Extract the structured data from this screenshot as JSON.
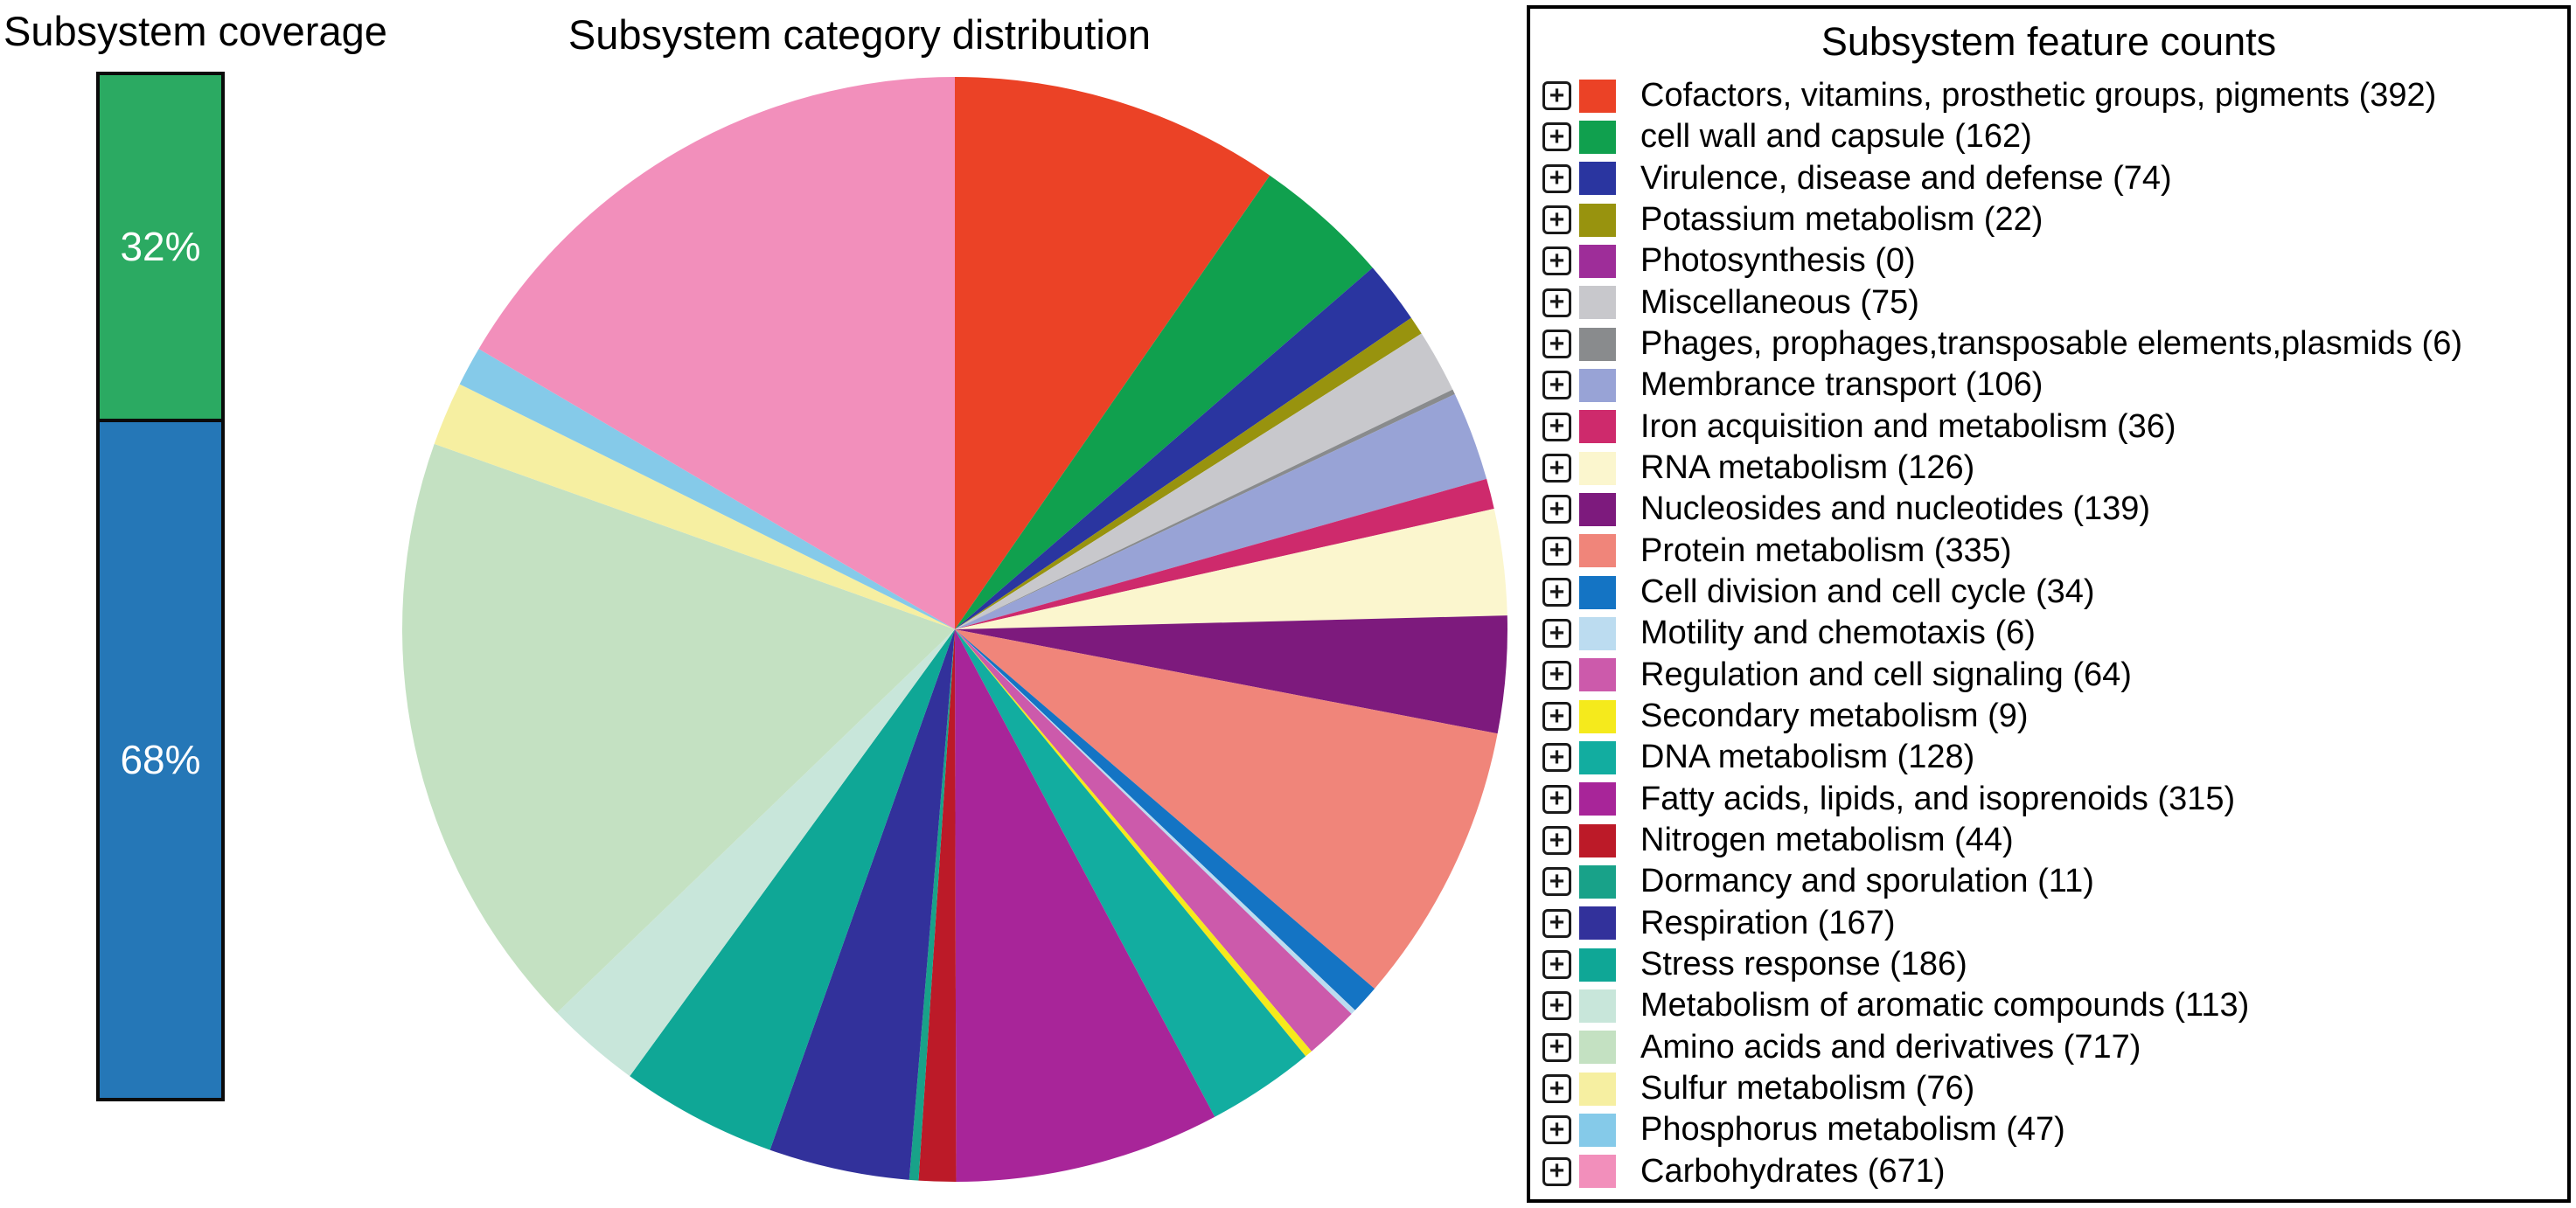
{
  "legend": {
    "title": "Subsystem feature counts"
  },
  "icons": {
    "expander_symbol": "+"
  },
  "chart_data": [
    {
      "type": "bar",
      "title": "Subsystem coverage",
      "stacked": true,
      "orientation": "vertical",
      "ylim": [
        0,
        100
      ],
      "segments": [
        {
          "label": "32%",
          "value": 32,
          "color": "#2baa62"
        },
        {
          "label": "68%",
          "value": 68,
          "color": "#2577b7"
        }
      ]
    },
    {
      "type": "pie",
      "title": "Subsystem category distribution",
      "start_angle": "12-oclock",
      "direction": "clockwise",
      "total": 4061,
      "slices": [
        {
          "label": "Cofactors, vitamins, prosthetic groups, pigments",
          "value": 392,
          "color": "#eb4226"
        },
        {
          "label": "cell wall and capsule",
          "value": 162,
          "color": "#10a04e"
        },
        {
          "label": "Virulence, disease and defense",
          "value": 74,
          "color": "#2a35a0"
        },
        {
          "label": "Potassium metabolism",
          "value": 22,
          "color": "#98930e"
        },
        {
          "label": "Photosynthesis",
          "value": 0,
          "color": "#9e2d99"
        },
        {
          "label": "Miscellaneous",
          "value": 75,
          "color": "#c8c8cc"
        },
        {
          "label": "Phages, prophages,transposable elements,plasmids",
          "value": 6,
          "color": "#898b8d"
        },
        {
          "label": "Membrance transport",
          "value": 106,
          "color": "#98a3d6"
        },
        {
          "label": "Iron acquisition and metabolism",
          "value": 36,
          "color": "#ce2a6c"
        },
        {
          "label": "RNA metabolism",
          "value": 126,
          "color": "#fbf6ce"
        },
        {
          "label": "Nucleosides and nucleotides",
          "value": 139,
          "color": "#7d1a7d"
        },
        {
          "label": "Protein metabolism",
          "value": 335,
          "color": "#f0857a"
        },
        {
          "label": "Cell division and cell cycle",
          "value": 34,
          "color": "#1474c4"
        },
        {
          "label": "Motility and chemotaxis",
          "value": 6,
          "color": "#bcdcf0"
        },
        {
          "label": "Regulation and cell signaling",
          "value": 64,
          "color": "#cc5aab"
        },
        {
          "label": "Secondary metabolism",
          "value": 9,
          "color": "#f5ea1c"
        },
        {
          "label": "DNA metabolism",
          "value": 128,
          "color": "#12ada0"
        },
        {
          "label": "Fatty acids, lipids, and isoprenoids",
          "value": 315,
          "color": "#a82599"
        },
        {
          "label": "Nitrogen metabolism",
          "value": 44,
          "color": "#bc1a28"
        },
        {
          "label": "Dormancy and sporulation",
          "value": 11,
          "color": "#18a289"
        },
        {
          "label": "Respiration",
          "value": 167,
          "color": "#32319b"
        },
        {
          "label": "Stress response",
          "value": 186,
          "color": "#0fa796"
        },
        {
          "label": "Metabolism of aromatic compounds",
          "value": 113,
          "color": "#c8e6da"
        },
        {
          "label": "Amino acids and derivatives",
          "value": 717,
          "color": "#c4e1c2"
        },
        {
          "label": "Sulfur metabolism",
          "value": 76,
          "color": "#f6efa1"
        },
        {
          "label": "Phosphorus metabolism",
          "value": 47,
          "color": "#85cae9"
        },
        {
          "label": "Carbohydrates",
          "value": 671,
          "color": "#f28fbb"
        }
      ]
    }
  ]
}
